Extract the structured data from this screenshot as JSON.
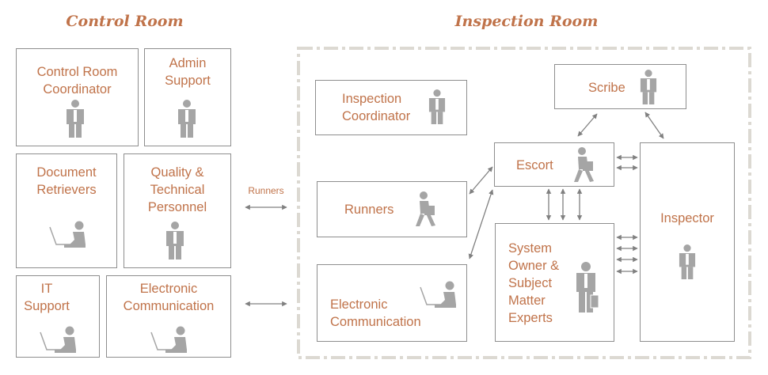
{
  "headings": {
    "control": "Control Room",
    "inspection": "Inspection Room"
  },
  "control_room": {
    "control_room_coordinator": "Control Room\nCoordinator",
    "admin_support": "Admin\nSupport",
    "document_retrievers": "Document\nRetrievers",
    "quality_technical_personnel": "Quality &\nTechnical\nPersonnel",
    "it_support": "IT\nSupport",
    "electronic_communication": "Electronic\nCommunication"
  },
  "connector": {
    "runners_label": "Runners"
  },
  "inspection_room": {
    "inspection_coordinator": "Inspection\nCoordinator",
    "runners": "Runners",
    "electronic_communication": "Electronic\nCommunication",
    "scribe": "Scribe",
    "escort": "Escort",
    "system_owner": "System\nOwner &\nSubject\nMatter\nExperts",
    "inspector": "Inspector"
  },
  "colors": {
    "text": "#c0734a",
    "box_border": "#8e8e8e",
    "icon": "#a5a5a5",
    "dashed_border": "#dcd9d2",
    "arrow": "#808080"
  },
  "icons": {
    "person": "person-standing-icon",
    "laptop": "person-at-laptop-icon",
    "walker": "person-walking-with-bag-icon",
    "suitcase": "person-with-suitcase-icon"
  }
}
